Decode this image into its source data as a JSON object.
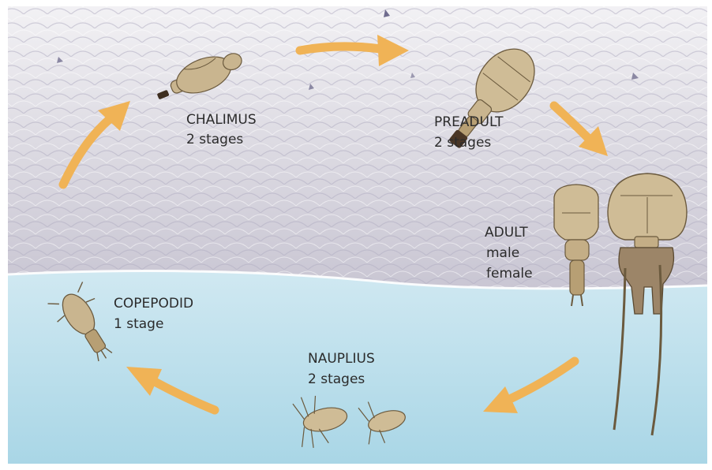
{
  "stages": {
    "chalimus": {
      "name": "CHALIMUS",
      "count": "2 stages"
    },
    "preadult": {
      "name": "PREADULT",
      "count": "2 stages"
    },
    "adult": {
      "name": "ADULT",
      "line2": "male",
      "line3": "female"
    },
    "nauplius": {
      "name": "NAUPLIUS",
      "count": "2 stages"
    },
    "copepodid": {
      "name": "COPEPODID",
      "count": "1 stage"
    }
  },
  "colors": {
    "arrow": "#f0b356",
    "fish_skin": "#d9d6e0",
    "water_top": "#ffffff",
    "water_bottom": "#a9d6e6",
    "louse_fill": "#c9b58f",
    "louse_stroke": "#6b5a3e",
    "adult_female_body": "#9c8568"
  }
}
